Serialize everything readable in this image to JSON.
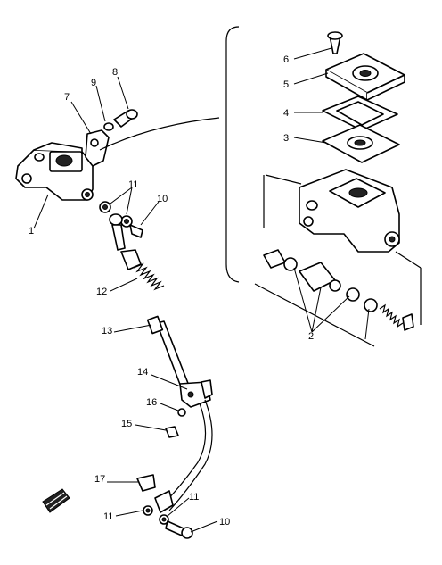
{
  "callouts": {
    "c1": "1",
    "c2": "2",
    "c3": "3",
    "c4": "4",
    "c5": "5",
    "c6": "6",
    "c7": "7",
    "c8": "8",
    "c9": "9",
    "c10a": "10",
    "c10b": "10",
    "c11a": "11",
    "c11b": "11",
    "c11c": "11",
    "c12": "12",
    "c13": "13",
    "c14": "14",
    "c15": "15",
    "c16": "16",
    "c17": "17"
  }
}
